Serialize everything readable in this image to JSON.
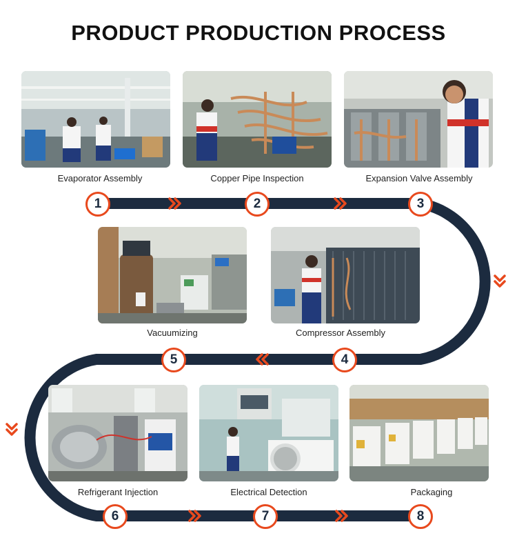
{
  "title": "PRODUCT PRODUCTION PROCESS",
  "colors": {
    "track": "#1c2b3f",
    "accent": "#e8491d"
  },
  "steps": [
    {
      "number": "1",
      "label": "Evaporator Assembly"
    },
    {
      "number": "2",
      "label": "Copper Pipe Inspection"
    },
    {
      "number": "3",
      "label": "Expansion Valve Assembly"
    },
    {
      "number": "4",
      "label": "Compressor Assembly"
    },
    {
      "number": "5",
      "label": "Vacuumizing"
    },
    {
      "number": "6",
      "label": "Refrigerant Injection"
    },
    {
      "number": "7",
      "label": "Electrical Detection"
    },
    {
      "number": "8",
      "label": "Packaging"
    }
  ],
  "icons": {
    "arrow": "double-chevron-icon"
  }
}
